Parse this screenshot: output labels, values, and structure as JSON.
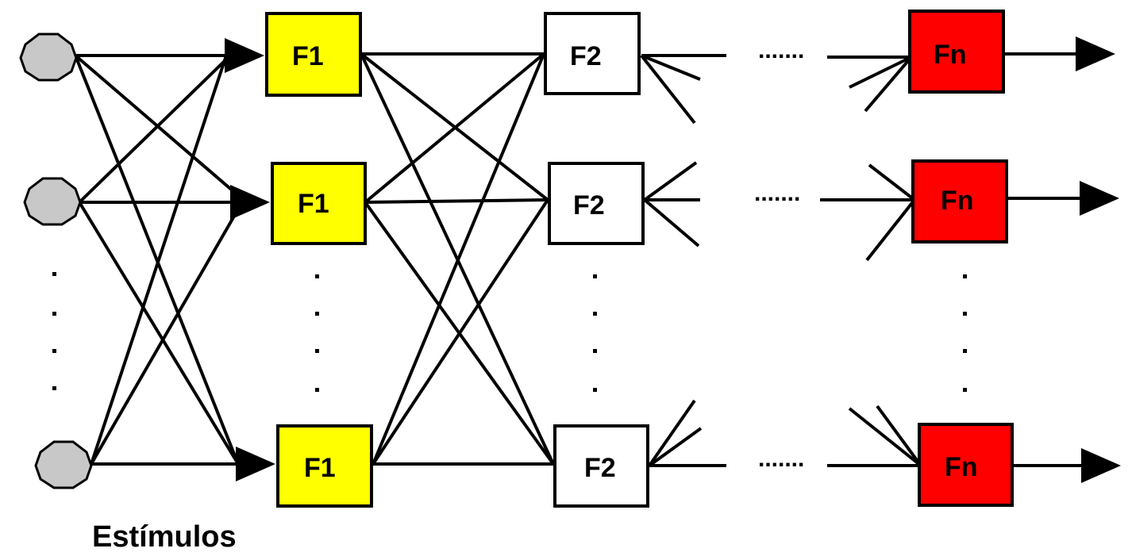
{
  "diagram": {
    "caption": "Estímulos",
    "layer1_label": "F1",
    "layer2_label": "F2",
    "layern_label": "Fn",
    "ellipsis": ".......",
    "colors": {
      "stimulus_fill": "#c8c8c8",
      "f1_fill": "#ffff00",
      "f2_fill": "#ffffff",
      "fn_fill": "#ff0000",
      "stroke": "#000000"
    }
  }
}
